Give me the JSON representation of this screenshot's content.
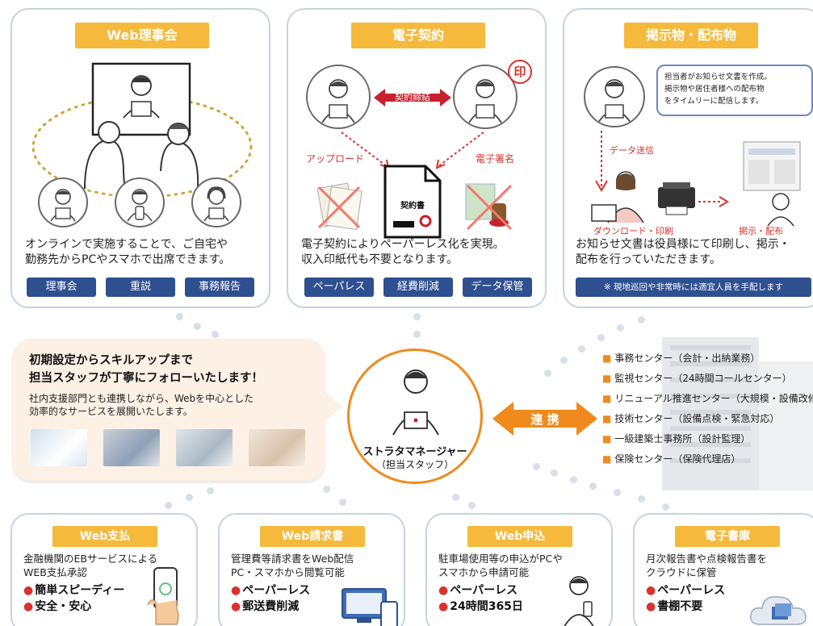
{
  "panels": {
    "web_board": {
      "title": "Web理事会",
      "description_lines": [
        "オンラインで実施することで、ご自宅や",
        "勤務先からPCやスマホで出席できます。"
      ],
      "tags": [
        "理事会",
        "重説",
        "事務報告"
      ]
    },
    "e_contract": {
      "title": "電子契約",
      "contract_label": "契約締結",
      "upload_label": "アップロード",
      "signature_label": "電子署名",
      "doc_label": "契約書",
      "seal_char": "印",
      "description_lines": [
        "電子契約によりペーパーレス化を実現。",
        "収入印紙代も不要となります。"
      ],
      "tags": [
        "ペーパレス",
        "経費削減",
        "データ保管"
      ]
    },
    "notice": {
      "title": "掲示物・配布物",
      "bubble_lines": [
        "担当者がお知らせ文書を作成。",
        "掲示物や居住者様への配布物",
        "をタイムリーに配信します。"
      ],
      "data_send_label": "データ送信",
      "download_label": "ダウンロード・印刷",
      "post_label": "掲示・配布",
      "description_lines": [
        "お知らせ文書は役員様にて印刷し、掲示・",
        "配布を行っていただきます。"
      ],
      "footnote": "※ 現地巡回や非常時には適宜人員を手配します"
    }
  },
  "support": {
    "headline_lines": [
      "初期設定からスキルアップまで",
      "担当スタッフが丁寧にフォローいたします！"
    ],
    "sub_lines": [
      "社内支援部門とも連携しながら、Webを中心とした",
      "効率的なサービスを展開いたします。"
    ]
  },
  "manager": {
    "name": "ストラタマネージャー",
    "role": "（担当スタッフ）"
  },
  "link_label": "連 携",
  "centers": [
    "事務センター（会計・出納業務）",
    "監視センター（24時間コールセンター）",
    "リニューアル推進センター（大規模・設備改修）",
    "技術センター（設備点検・緊急対応）",
    "一級建築士事務所（設計監理）",
    "保険センター（保険代理店）"
  ],
  "bottom_cards": [
    {
      "title": "Web支払",
      "lines": [
        "金融機関のEBサービスによる",
        "WEB支払承認"
      ],
      "bullets": [
        "簡単スピーディー",
        "安全・安心"
      ]
    },
    {
      "title": "Web請求書",
      "lines": [
        "管理費等請求書をWeb配信",
        "PC・スマホから閲覧可能"
      ],
      "bullets": [
        "ペーパーレス",
        "郵送費削減"
      ]
    },
    {
      "title": "Web申込",
      "lines": [
        "駐車場使用等の申込がPCや",
        "スマホから申請可能"
      ],
      "bullets": [
        "ペーパーレス",
        "24時間365日"
      ]
    },
    {
      "title": "電子書庫",
      "lines": [
        "月次報告書や点検報告書を",
        "クラウドに保管"
      ],
      "bullets": [
        "ペーパーレス",
        "書棚不要"
      ]
    }
  ],
  "colors": {
    "accent": "#f5b93b",
    "tag_blue": "#2e4f90",
    "orange": "#f08a1c",
    "red": "#d9322f"
  }
}
